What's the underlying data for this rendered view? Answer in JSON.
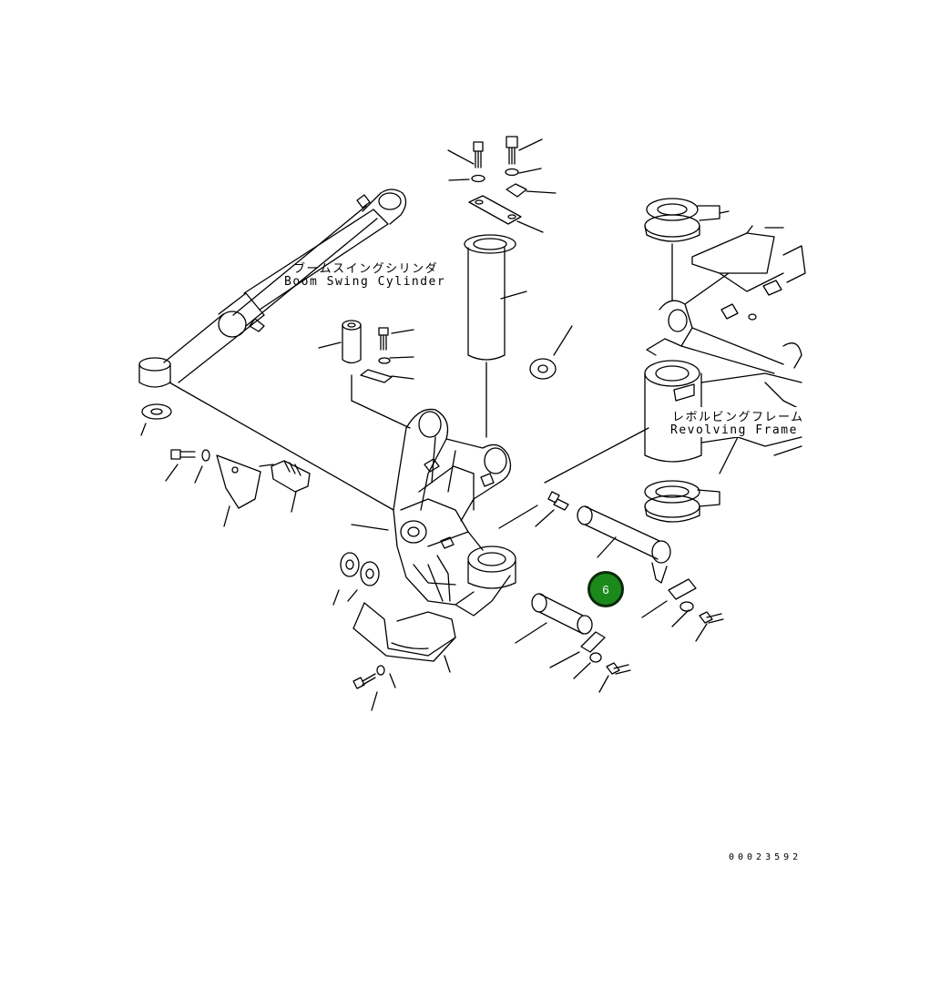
{
  "labels": {
    "boom_swing_jp": "ブームスイングシリンダ",
    "boom_swing_en": "Boom Swing Cylinder",
    "revolving_jp": "レボルビングフレーム",
    "revolving_en": "Revolving Frame"
  },
  "callout": {
    "number": "6",
    "color": "#1b8a1b"
  },
  "document_id": "00023592"
}
